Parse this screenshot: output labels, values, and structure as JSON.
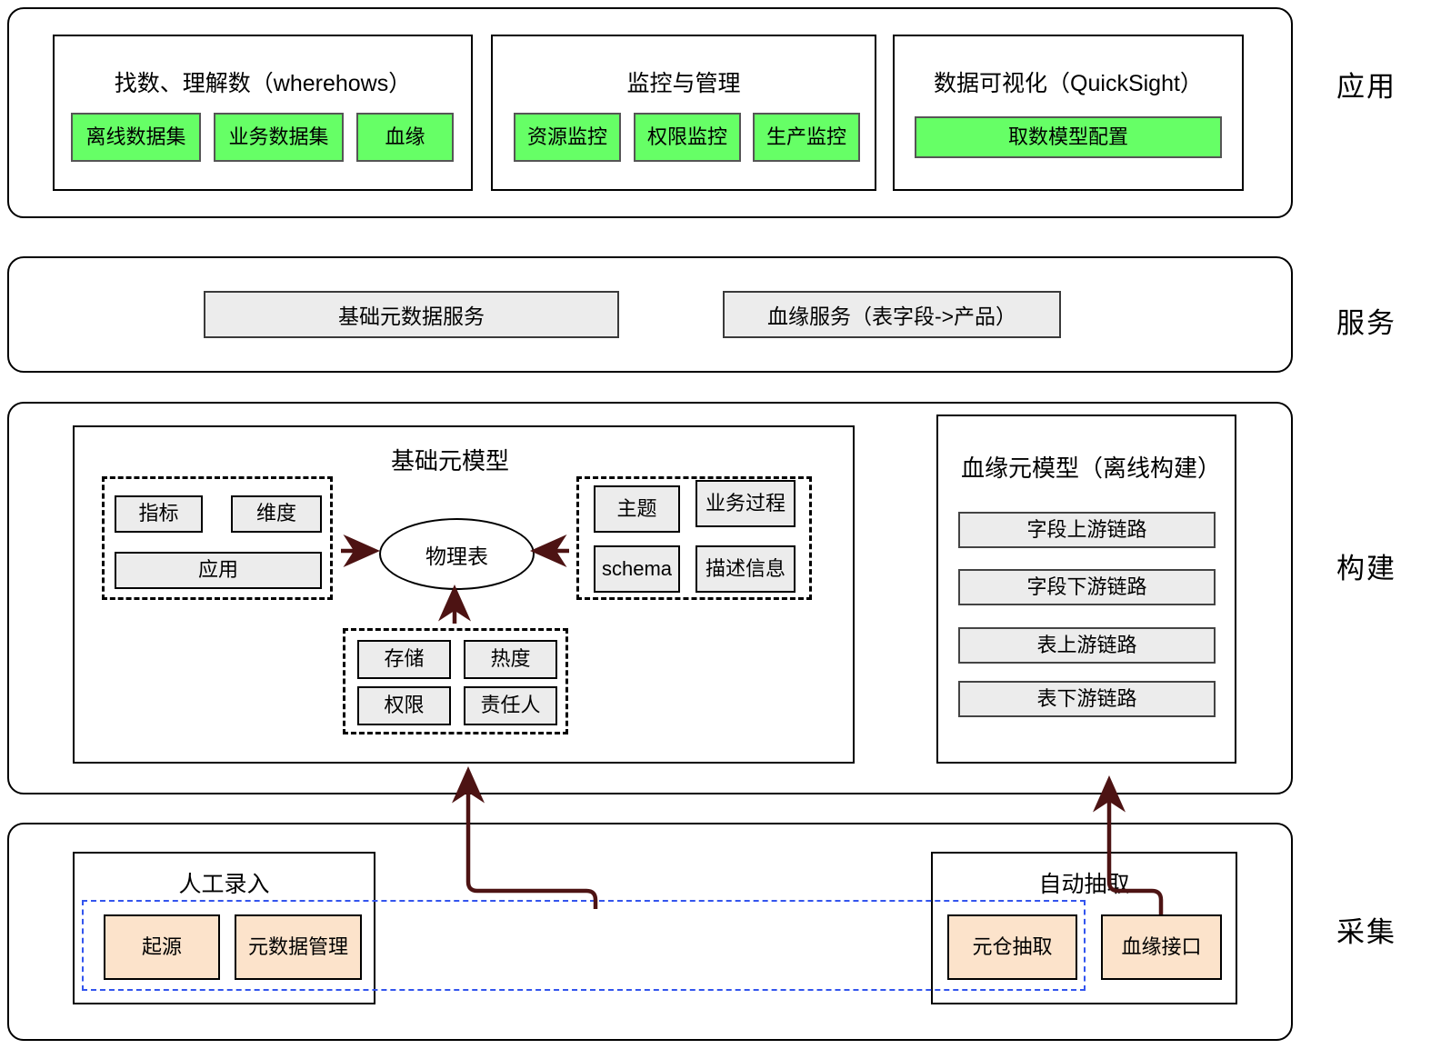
{
  "diagram": {
    "title_present": false,
    "colors": {
      "green_chip": "#66ff66",
      "gray_chip": "#ececec",
      "peach_chip": "#fce3cb",
      "blue_dashed": "#3355ee",
      "arrow": "#4d1313",
      "panel_border": "#000000"
    }
  },
  "layers": [
    {
      "key": "application",
      "label": "应用"
    },
    {
      "key": "service",
      "label": "服务"
    },
    {
      "key": "build",
      "label": "构建"
    },
    {
      "key": "collect",
      "label": "采集"
    }
  ],
  "application": {
    "groups": [
      {
        "title": "找数、理解数（wherehows）",
        "chips": [
          "离线数据集",
          "业务数据集",
          "血缘"
        ]
      },
      {
        "title": "监控与管理",
        "chips": [
          "资源监控",
          "权限监控",
          "生产监控"
        ]
      },
      {
        "title": "数据可视化（QuickSight）",
        "chips": [
          "取数模型配置"
        ]
      }
    ]
  },
  "service": {
    "items": [
      "基础元数据服务",
      "血缘服务（表字段->产品）"
    ]
  },
  "build": {
    "base_model": {
      "title": "基础元模型",
      "center_node": "物理表",
      "left_cluster": [
        "指标",
        "维度",
        "应用"
      ],
      "right_cluster": [
        "主题",
        "业务过程",
        "schema",
        "描述信息"
      ],
      "bottom_cluster": [
        "存储",
        "热度",
        "权限",
        "责任人"
      ]
    },
    "lineage_model": {
      "title": "血缘元模型（离线构建）",
      "items": [
        "字段上游链路",
        "字段下游链路",
        "表上游链路",
        "表下游链路"
      ]
    }
  },
  "collect": {
    "groups": [
      {
        "title": "人工录入",
        "chips": [
          "起源",
          "元数据管理"
        ]
      },
      {
        "title": "自动抽取",
        "chips": [
          "元仓抽取",
          "血缘接口"
        ]
      }
    ]
  }
}
